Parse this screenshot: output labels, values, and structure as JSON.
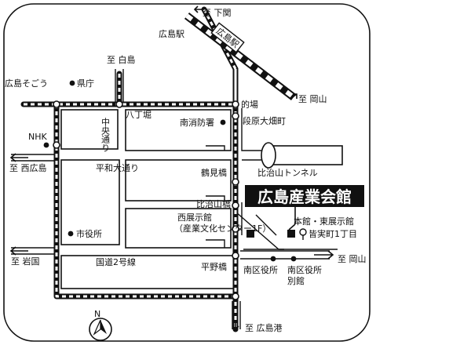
{
  "title": "広島産業会館",
  "directions": {
    "top": "至 下関",
    "top_left": "至 白島",
    "right_top": "至 岡山",
    "left": "至 西広島",
    "left_bottom": "至 岩国",
    "right_bottom": "至 岡山",
    "bottom": "至 広島港"
  },
  "stations": {
    "hiroshima_station": "広島駅",
    "station_on_line": "広島駅"
  },
  "stops": {
    "hiroshima_sogo": "広島そごう",
    "nhk": "NHK",
    "hatchobori": "八丁堀",
    "matoba": "的場",
    "danbara": "段原大畑町",
    "tsurumi_bridge": "鶴見橋",
    "hijiyama_bridge": "比治山橋",
    "heiwa_bridge": "平野橋",
    "minamimachi": "皆実町1丁目"
  },
  "landmarks": {
    "kencho": "県庁",
    "minami_fire": "南消防署",
    "city_hall": "市役所",
    "south_ward_office": "南区役所",
    "south_ward_annex_1": "南区役所",
    "south_ward_annex_2": "別館",
    "tunnel": "比治山トンネル",
    "west_hall_1": "西展示館",
    "west_hall_2": "（産業文化センター1F）",
    "main_hall": "本館・東展示館"
  },
  "roads": {
    "chuo_dori": "中央通り",
    "heiwa_odori": "平和大通り",
    "route2": "国道2号線"
  },
  "north": "N",
  "colors": {
    "title_bg": "#111111",
    "title_text": "#ffffff",
    "line": "#111111",
    "background": "#ffffff"
  }
}
